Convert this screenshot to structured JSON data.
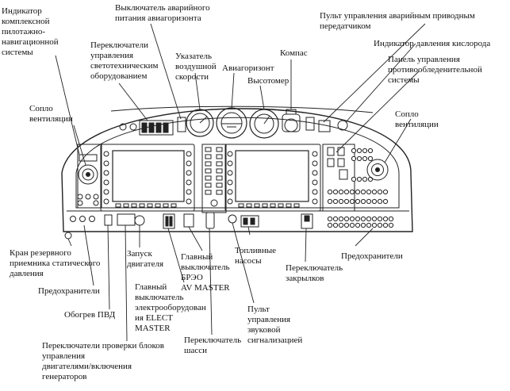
{
  "labels": {
    "ind_kompleks": "Индикатор\nкомплексной\nпилотажно-\nнавигационной\nсистемы",
    "vykl_avariynogo": "Выключатель аварийного\nпитания авиагоризонта",
    "pult_peredatchik": "Пульт управления аварийным приводным\nпередатчиком",
    "ind_kisloroda": "Индикатор давления кислорода",
    "panel_antiice": "Панель управления\nпротивообледенительной\nсистемы",
    "perekl_svet": "Переключатели\nуправления\nсветотехническим\nоборудованием",
    "ukazatel_skorosti": "Указатель\nвоздушной\nскорости",
    "aviagorizont": "Авиагоризонт",
    "kompas": "Компас",
    "vysotomer": "Высотомер",
    "soplo_left": "Сопло\nвентиляции",
    "soplo_right": "Сопло\nвентиляции",
    "kran": "Кран резервного\nприемника статического\nдавления",
    "predohraniteli_left": "Предохранители",
    "obogrev": "Обогрев ПВД",
    "perekl_blokov": "Переключатели проверки блоков\nуправления\nдвигателями/включения\nгенераторов",
    "zapusk": "Запуск\nдвигателя",
    "elect_master": "Главный\nвыключатель\nэлектрооборудован\nия ELECT\nMASTER",
    "av_master": "Главный\nвыключатель\nБРЭО\nAV MASTER",
    "perekl_shassi": "Переключатель\nшасси",
    "toplivnye": "Топливные\nнасосы",
    "pult_zvuk": "Пульт\nуправления\nзвуковой\nсигнализацией",
    "perekl_zakrylkov": "Переключатель\nзакрылков",
    "predohraniteli_right": "Предохранители"
  }
}
